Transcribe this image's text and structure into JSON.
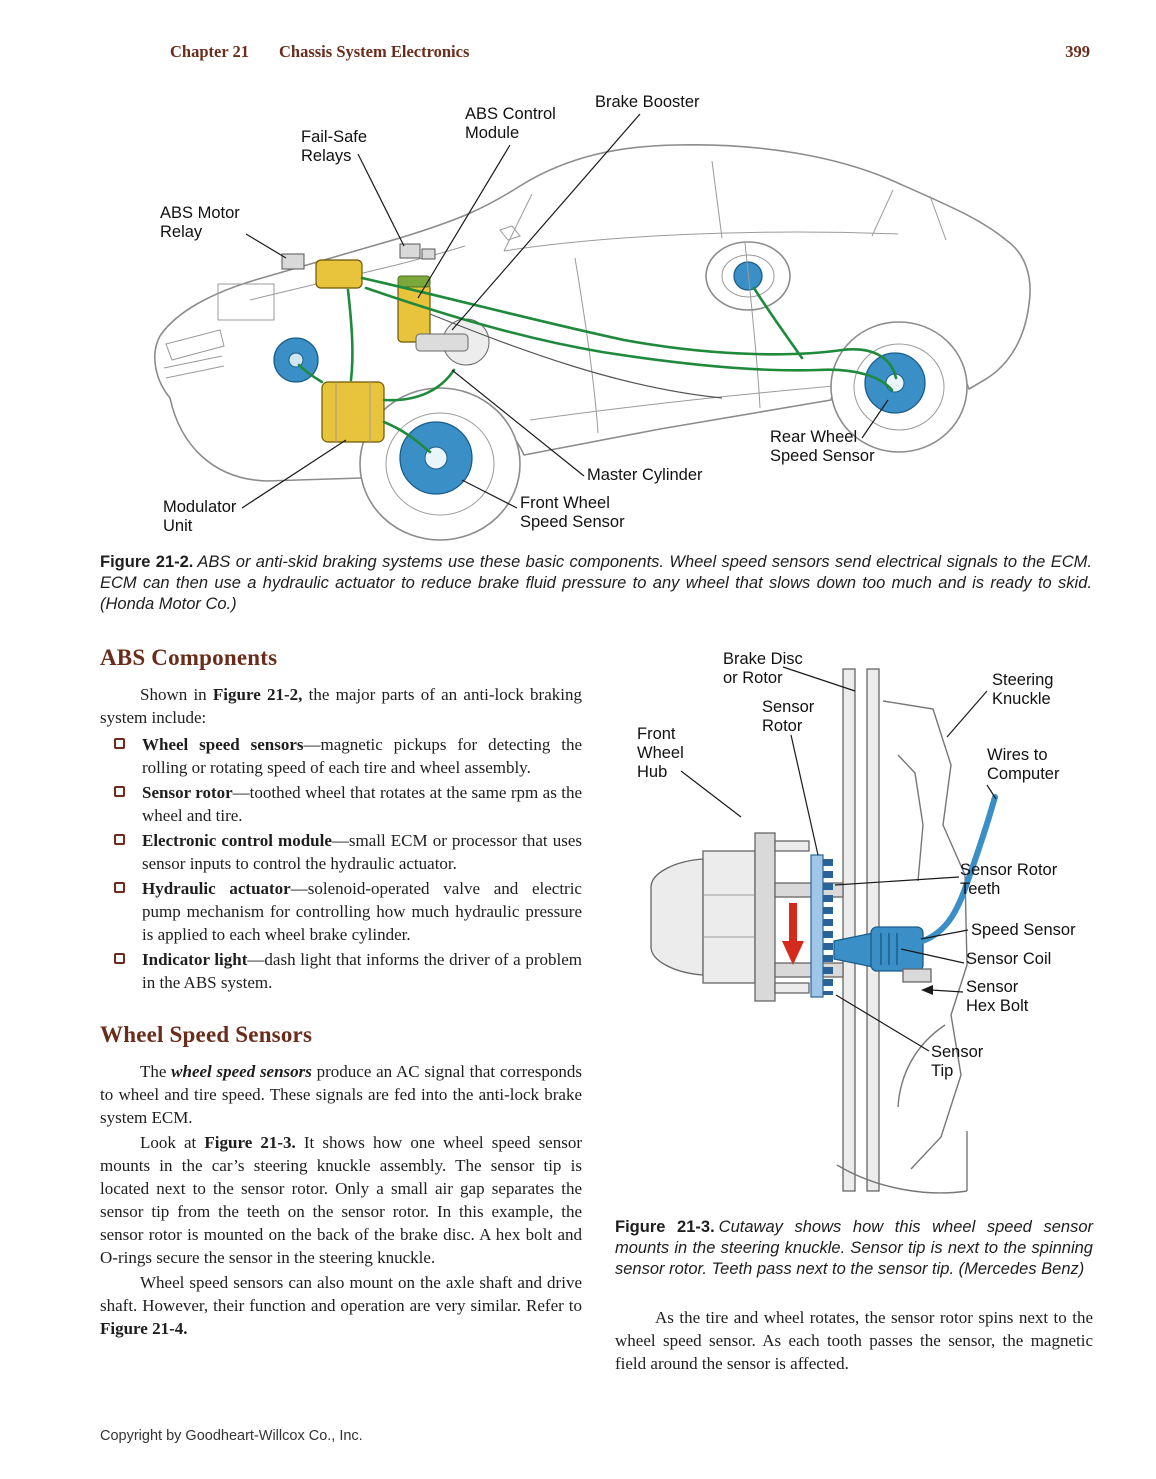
{
  "header": {
    "chapter": "Chapter 21",
    "title": "Chassis System Electronics",
    "page_number": "399"
  },
  "figure_21_2": {
    "labels": {
      "brake_booster": "Brake Booster",
      "abs_control_module": "ABS Control\nModule",
      "fail_safe_relays": "Fail-Safe\nRelays",
      "abs_motor_relay": "ABS Motor\nRelay",
      "rear_wheel_speed_sensor": "Rear Wheel\nSpeed Sensor",
      "master_cylinder": "Master Cylinder",
      "front_wheel_speed_sensor": "Front Wheel\nSpeed Sensor",
      "modulator_unit": "Modulator\nUnit"
    },
    "caption_label": "Figure 21-2.",
    "caption": "ABS or anti-skid braking systems use these basic components. Wheel speed sensors send electrical signals to the ECM. ECM can then use a hydraulic actuator to reduce brake fluid pressure to any wheel that slows down too much and is ready to skid. (Honda Motor Co.)"
  },
  "abs_components": {
    "heading": "ABS Components",
    "intro_pre": "Shown in ",
    "intro_bold": "Figure 21-2,",
    "intro_post": " the major parts of an anti-lock braking system include:",
    "bullets": [
      {
        "term": "Wheel speed sensors",
        "rest": "—magnetic pickups for detecting the rolling or rotating speed of each tire and wheel assembly."
      },
      {
        "term": "Sensor rotor",
        "rest": "—toothed wheel that rotates at the same rpm as the wheel and tire."
      },
      {
        "term": "Electronic control module",
        "rest": "—small ECM or processor that uses sensor inputs to control the hydraulic actuator."
      },
      {
        "term": "Hydraulic actuator",
        "rest": "—solenoid-operated valve and electric pump mechanism for controlling how much hydraulic pressure is applied to each wheel brake cylinder."
      },
      {
        "term": "Indicator light",
        "rest": "—dash light that informs the driver of a problem in the ABS system."
      }
    ]
  },
  "wheel_speed_sensors": {
    "heading": "Wheel Speed Sensors",
    "p1_pre": "The ",
    "p1_bold": "wheel speed sensors",
    "p1_post": " produce an AC signal that corresponds to wheel and tire speed. These signals are fed into the anti-lock brake system ECM.",
    "p2_pre": "Look at ",
    "p2_bold": "Figure 21-3.",
    "p2_post": " It shows how one wheel speed sensor mounts in the car’s steering knuckle assembly. The sensor tip is located next to the sensor rotor. Only a small air gap separates the sensor tip from the teeth on the sensor rotor. In this example, the sensor rotor is mounted on the back of the brake disc. A hex bolt and O-rings secure the sensor in the steering knuckle.",
    "p3_pre": "Wheel speed sensors can also mount on the axle shaft and drive shaft. However, their function and operation are very similar. Refer to ",
    "p3_bold": "Figure 21-4."
  },
  "figure_21_3": {
    "labels": {
      "brake_disc": "Brake Disc\nor Rotor",
      "steering_knuckle": "Steering\nKnuckle",
      "sensor_rotor": "Sensor\nRotor",
      "front_wheel_hub": "Front\nWheel\nHub",
      "wires_to_computer": "Wires to\nComputer",
      "sensor_rotor_teeth": "Sensor Rotor\nTeeth",
      "speed_sensor": "Speed Sensor",
      "sensor_coil": "Sensor Coil",
      "sensor_hex_bolt": "Sensor\nHex Bolt",
      "sensor_tip": "Sensor\nTip"
    },
    "caption_label": "Figure 21-3.",
    "caption": "Cutaway shows how this wheel speed sensor mounts in the steering knuckle. Sensor tip is next to the spinning sensor rotor. Teeth pass next to the sensor tip. (Mercedes Benz)"
  },
  "closing_paragraph": "As the tire and wheel rotates, the sensor rotor spins next to the wheel speed sensor. As each tooth passes the sensor, the magnetic field around the sensor is affected.",
  "footer": "Copyright by Goodheart-Willcox Co., Inc.",
  "colors": {
    "heading_maroon": "#6a2c1b",
    "component_blue": "#3a8fc7",
    "component_yellow": "#e8c33c",
    "brake_line_green": "#1f8a3c",
    "arrow_red": "#d42a1e"
  }
}
